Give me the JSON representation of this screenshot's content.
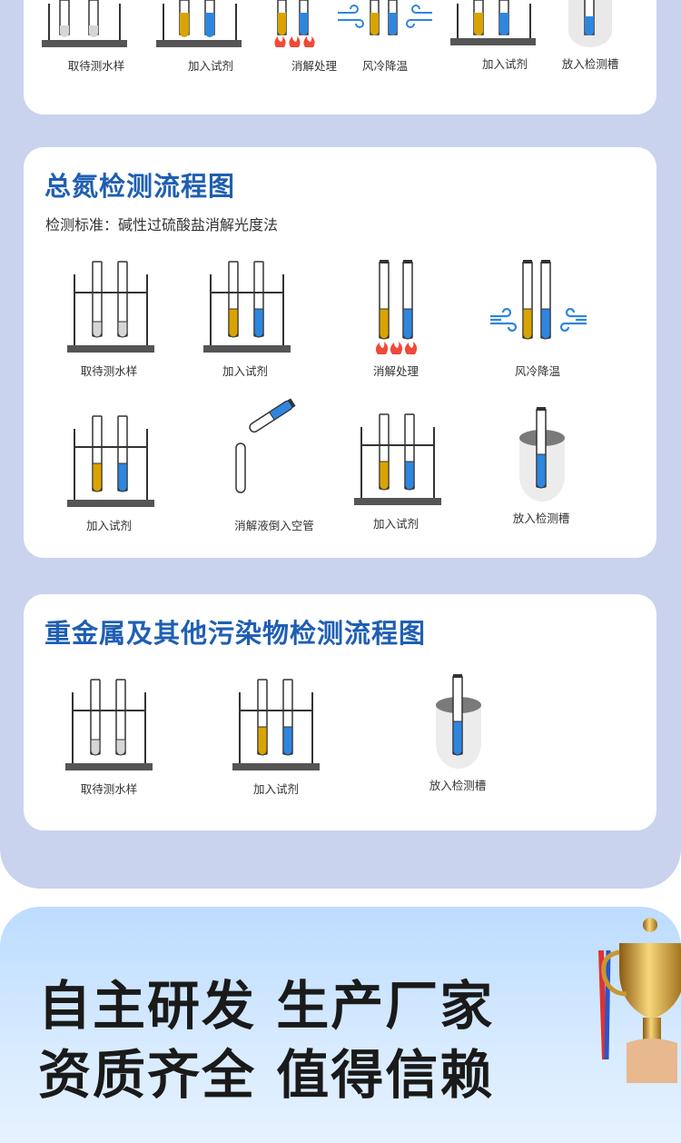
{
  "colors": {
    "accent": "#1f5fb3",
    "yellow": "#d9a400",
    "blue": "#2e86de",
    "panel": "#c9d3ee",
    "flame": "#ef4a3a"
  },
  "card1": {
    "labels": [
      "取待测水样",
      "加入试剂",
      "消解处理",
      "风冷降温",
      "加入试剂",
      "放入检测槽"
    ]
  },
  "card2": {
    "title": "总氮检测流程图",
    "subtitle": "检测标准：碱性过硫酸盐消解光度法",
    "labels": [
      "取待测水样",
      "加入试剂",
      "消解处理",
      "风冷降温",
      "加入试剂",
      "消解液倒入空管",
      "加入试剂",
      "放入检测槽"
    ]
  },
  "card3": {
    "title": "重金属及其他污染物检测流程图",
    "labels": [
      "取待测水样",
      "加入试剂",
      "放入检测槽"
    ]
  },
  "promo": {
    "line1": "自主研发 生产厂家",
    "line2": "资质齐全 值得信赖"
  },
  "icons": [
    "test-tube-rack-icon",
    "heating-flame-icon",
    "wind-cooling-icon",
    "detection-slot-icon",
    "trophy-image"
  ]
}
